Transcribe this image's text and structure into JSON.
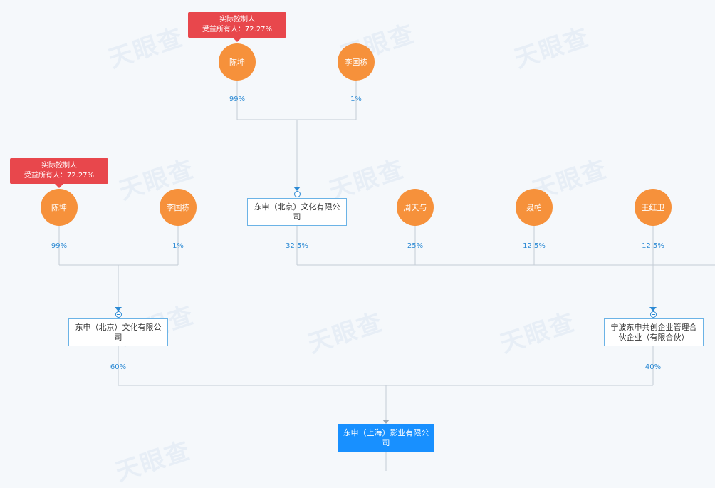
{
  "watermark": "天眼查",
  "tags": {
    "controller": {
      "line1": "实际控制人",
      "line2": "受益所有人：72.27%"
    }
  },
  "top_group": {
    "person_a": "陈坤",
    "person_b": "李国栋",
    "pct_a": "99%",
    "pct_b": "1%"
  },
  "mid_group": {
    "company": "东申（北京）文化有限公司",
    "person_c": "周天与",
    "person_d": "聂帕",
    "person_e": "王红卫",
    "pct_company": "32.5%",
    "pct_c": "25%",
    "pct_d": "12.5%",
    "pct_e": "12.5%"
  },
  "left_group": {
    "person_a": "陈坤",
    "person_b": "李国栋",
    "pct_a": "99%",
    "pct_b": "1%"
  },
  "shareholders": {
    "left_company": "东申（北京）文化有限公司",
    "right_company": "宁波东申共创企业管理合伙企业（有限合伙）",
    "pct_left": "60%",
    "pct_right": "40%"
  },
  "target": {
    "name": "东申（上海）影业有限公司"
  }
}
